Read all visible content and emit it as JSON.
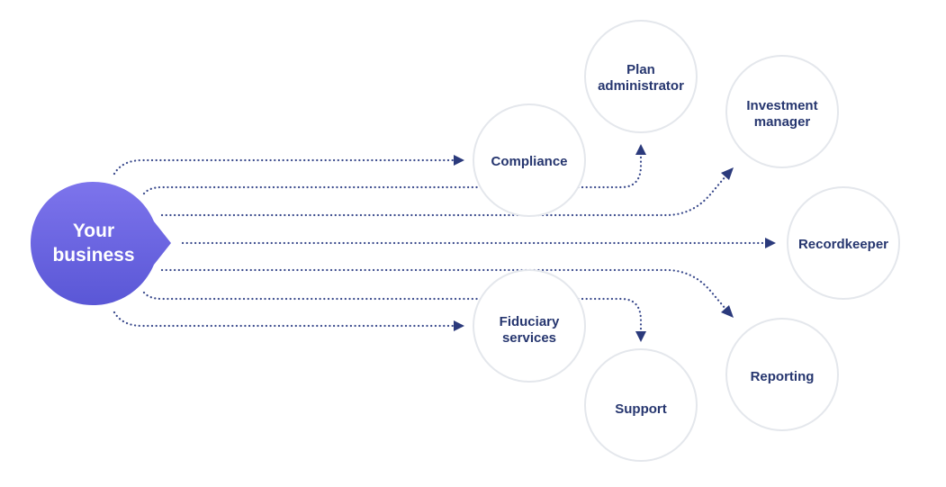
{
  "hub": {
    "line1": "Your",
    "line2": "business"
  },
  "nodes": {
    "compliance": {
      "line1": "Compliance"
    },
    "plan_administrator": {
      "line1": "Plan",
      "line2": "administrator"
    },
    "investment_manager": {
      "line1": "Investment",
      "line2": "manager"
    },
    "recordkeeper": {
      "line1": "Recordkeeper"
    },
    "fiduciary_services": {
      "line1": "Fiduciary",
      "line2": "services"
    },
    "support": {
      "line1": "Support"
    },
    "reporting": {
      "line1": "Reporting"
    }
  },
  "colors": {
    "hub_top": "#7b72ea",
    "hub_bottom": "#5a57d6",
    "text": "#26366f",
    "connector": "#3a4a8c",
    "circle_border": "#e4e7ec"
  }
}
